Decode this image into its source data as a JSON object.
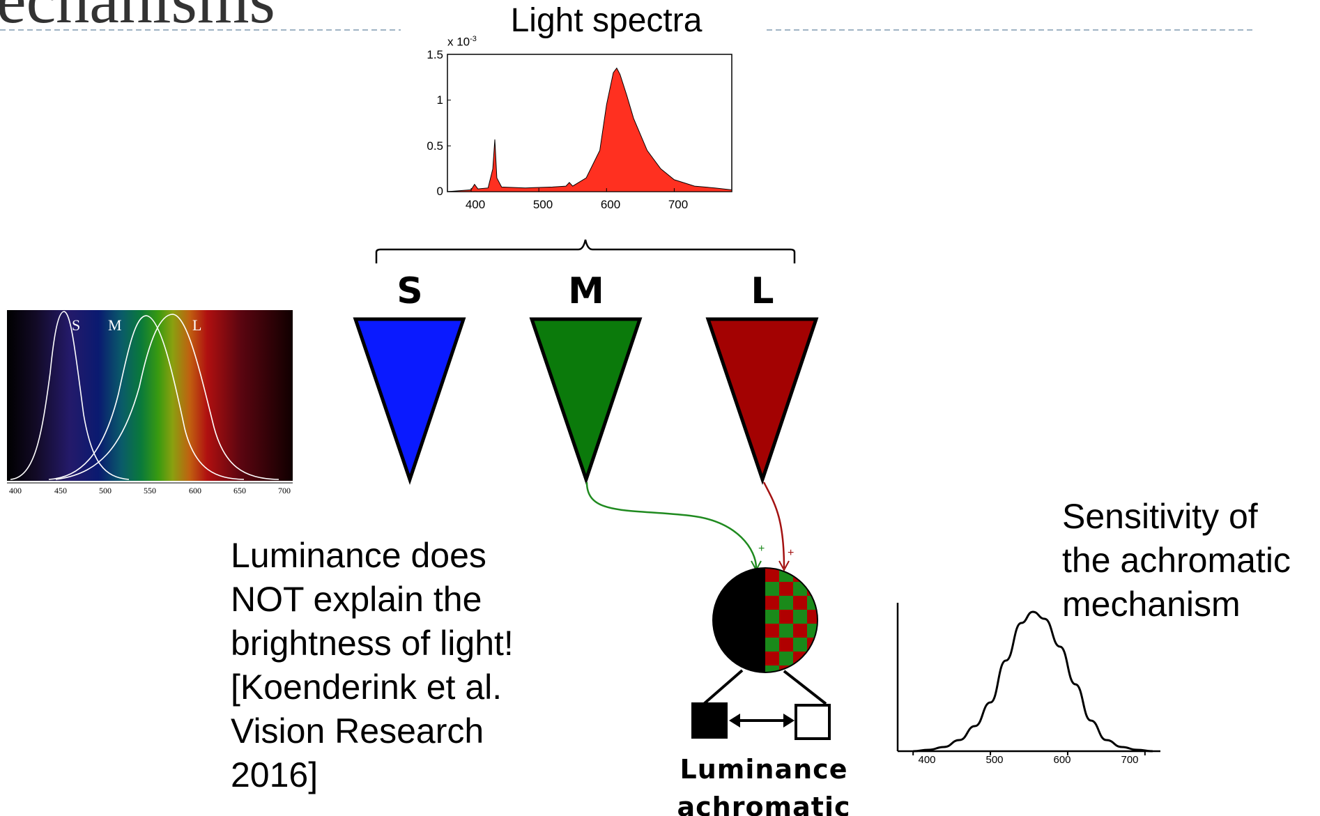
{
  "slide": {
    "title_fragment": "echanisms",
    "light_spectra": {
      "title": "Light spectra",
      "exponent_label_base": "x 10",
      "exponent_label_sup": "-3",
      "y_ticks": [
        "1.5",
        "1",
        "0.5",
        "0"
      ],
      "x_ticks": [
        "400",
        "500",
        "600",
        "700"
      ]
    },
    "cones": [
      {
        "label": "S",
        "color": "#0a1aff"
      },
      {
        "label": "M",
        "color": "#0b7a0b"
      },
      {
        "label": "L",
        "color": "#a30202"
      }
    ],
    "cone_sensitivity": {
      "curve_labels": [
        "S",
        "M",
        "L"
      ],
      "x_ticks": [
        "400",
        "450",
        "500",
        "550",
        "600",
        "650",
        "700"
      ]
    },
    "luminance_text": [
      "Luminance does",
      "NOT explain the",
      "brightness of light!",
      "[Koenderink et al.",
      "Vision Research",
      "2016]"
    ],
    "mechanism": {
      "line1": "Luminance",
      "line2": "achromatic",
      "plus": "+"
    },
    "achromatic_sensitivity": {
      "caption": [
        "Sensitivity of",
        "the achromatic",
        "mechanism"
      ],
      "x_ticks": [
        "400",
        "500",
        "600",
        "700"
      ]
    }
  },
  "chart_data": [
    {
      "type": "area",
      "title": "Light spectra",
      "xlabel": "",
      "ylabel": "",
      "y_multiplier": "x 10^-3",
      "xlim": [
        365,
        785
      ],
      "ylim": [
        0,
        1.5
      ],
      "x": [
        365,
        400,
        405,
        410,
        425,
        432,
        435,
        438,
        445,
        480,
        520,
        540,
        545,
        550,
        570,
        590,
        600,
        610,
        615,
        620,
        630,
        640,
        660,
        680,
        700,
        730,
        760,
        785
      ],
      "values": [
        0.0,
        0.02,
        0.08,
        0.03,
        0.04,
        0.25,
        0.57,
        0.15,
        0.05,
        0.04,
        0.05,
        0.06,
        0.1,
        0.06,
        0.15,
        0.45,
        0.95,
        1.3,
        1.35,
        1.28,
        1.05,
        0.8,
        0.45,
        0.25,
        0.13,
        0.06,
        0.04,
        0.02
      ],
      "color": "#ff3020",
      "grid": false
    },
    {
      "type": "line",
      "title": "",
      "xlabel": "",
      "ylabel": "",
      "xlim": [
        400,
        700
      ],
      "series": [
        {
          "name": "S",
          "peak_nm": 445
        },
        {
          "name": "M",
          "peak_nm": 540
        },
        {
          "name": "L",
          "peak_nm": 565
        }
      ],
      "background": "visible spectrum gradient"
    },
    {
      "type": "line",
      "title": "Sensitivity of the achromatic mechanism",
      "xlabel": "",
      "ylabel": "",
      "xlim": [
        380,
        720
      ],
      "x": [
        400,
        420,
        440,
        460,
        480,
        500,
        520,
        540,
        555,
        570,
        590,
        610,
        630,
        650,
        670,
        690,
        710
      ],
      "values": [
        0.0,
        0.01,
        0.03,
        0.08,
        0.18,
        0.35,
        0.65,
        0.92,
        1.0,
        0.95,
        0.75,
        0.48,
        0.22,
        0.08,
        0.03,
        0.01,
        0.0
      ],
      "grid": false
    }
  ]
}
